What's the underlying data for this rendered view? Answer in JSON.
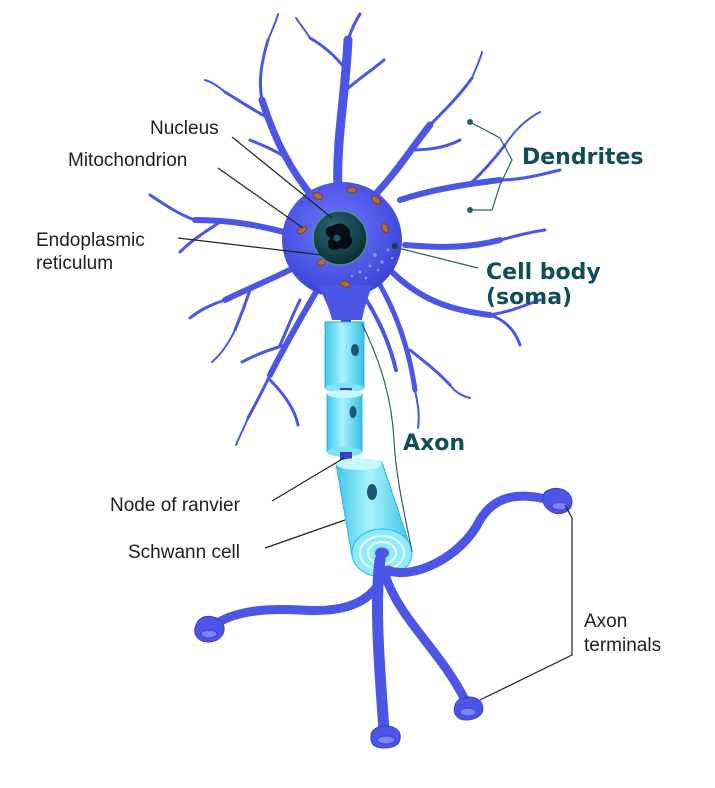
{
  "labels": {
    "nucleus": "Nucleus",
    "mitochondrion": "Mitochondrion",
    "endoplasmic_1": "Endoplasmic",
    "endoplasmic_2": "reticulum",
    "dendrites": "Dendrites",
    "cell_body_1": "Cell body",
    "cell_body_2": "(soma)",
    "axon": "Axon",
    "node_of_ranvier": "Node of  ranvier",
    "schwann_cell": "Schwann cell",
    "axon_terminals_1": "Axon",
    "axon_terminals_2": "terminals"
  },
  "colors": {
    "neuron_fill": "#4b55e6",
    "neuron_dark": "#3a3fc8",
    "myelin": "#4fd6f0",
    "myelin_light": "#9eeefb",
    "nucleus": "#123a44",
    "label_text": "#1e1e1e",
    "big_label_text": "#0f4d57"
  }
}
